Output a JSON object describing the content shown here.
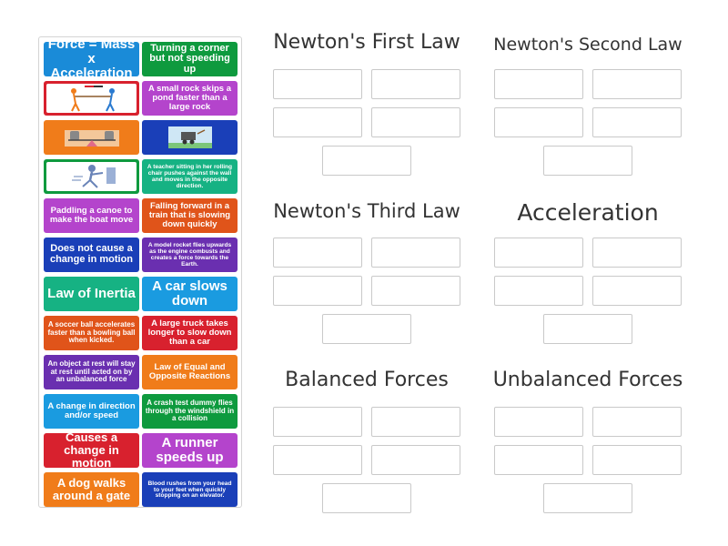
{
  "bank": {
    "cards": [
      {
        "id": "c1a",
        "text": "Force = Mass x Acceleration",
        "color": "#1a8bd8"
      },
      {
        "id": "c1b",
        "text": "Turning a corner but not speeding up",
        "color": "#0e9a3e"
      },
      {
        "id": "c2a",
        "image": "tug-of-war-balanced-image",
        "border": "#d8212e"
      },
      {
        "id": "c2b",
        "text": "A small rock skips a pond faster than a large rock",
        "color": "#b444cc"
      },
      {
        "id": "c3a",
        "image": "balanced-seesaw-image",
        "color": "#f07c1a"
      },
      {
        "id": "c3b",
        "image": "mine-cart-image",
        "color": "#1a3fb8"
      },
      {
        "id": "c4a",
        "image": "runner-pushing-off-image",
        "border": "#0e9a3e"
      },
      {
        "id": "c4b",
        "text": "A teacher sitting in her rolling chair pushes against the wall and moves in the opposite direction.",
        "color": "#16b283"
      },
      {
        "id": "c5a",
        "text": "Paddling a canoe to make the boat move",
        "color": "#b444cc"
      },
      {
        "id": "c5b",
        "text": "Falling forward in a train that is slowing down quickly",
        "color": "#e0541a"
      },
      {
        "id": "c6a",
        "text": "Does not cause a change in motion",
        "color": "#1a3fb8"
      },
      {
        "id": "c6b",
        "text": "A model rocket flies upwards as the engine combusts and creates a force towards the Earth.",
        "color": "#6a2fb0"
      },
      {
        "id": "c7a",
        "text": "Law of Inertia",
        "color": "#16b283"
      },
      {
        "id": "c7b",
        "text": "A car slows down",
        "color": "#1a9be0"
      },
      {
        "id": "c8a",
        "text": "A soccer ball accelerates faster than a bowling ball when kicked.",
        "color": "#e0541a"
      },
      {
        "id": "c8b",
        "text": "A large truck takes longer to slow down than a car",
        "color": "#d8212e"
      },
      {
        "id": "c9a",
        "text": "An object at rest will stay at rest until acted on by an unbalanced force",
        "color": "#6a2fb0"
      },
      {
        "id": "c9b",
        "text": "Law of Equal and Opposite Reactions",
        "color": "#f07c1a"
      },
      {
        "id": "c10a",
        "text": "A change in direction and/or speed",
        "color": "#1a9be0"
      },
      {
        "id": "c10b",
        "text": "A crash test dummy flies through the windshield in a collision",
        "color": "#0e9a3e"
      },
      {
        "id": "c11a",
        "text": "Causes a change in motion",
        "color": "#d8212e"
      },
      {
        "id": "c11b",
        "text": "A runner speeds up",
        "color": "#b444cc"
      },
      {
        "id": "c12a",
        "text": "A dog walks around a gate",
        "color": "#f07c1a"
      },
      {
        "id": "c12b",
        "text": "Blood rushes from your head to your feet when quickly stopping on an elevator.",
        "color": "#1a3fb8"
      }
    ]
  },
  "groups": [
    {
      "title": "Newton's First Law"
    },
    {
      "title": "Newton's Second Law"
    },
    {
      "title": "Newton's Third Law"
    },
    {
      "title": "Acceleration"
    },
    {
      "title": "Balanced Forces"
    },
    {
      "title": "Unbalanced Forces"
    }
  ]
}
